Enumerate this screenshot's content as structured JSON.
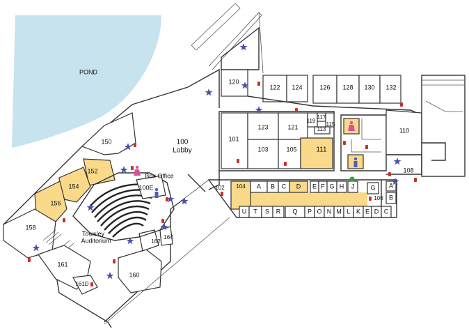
{
  "colors": {
    "pond": "#c6e3ee",
    "highlight": "#fbd98a",
    "wall": "#333333",
    "star": "#4a4fa8",
    "alarm": "#c8322d",
    "restroom_pink": "#d94f9a",
    "restroom_blue": "#4a5fc1",
    "exit_green": "#3aa13a"
  },
  "labels": {
    "pond": "POND",
    "lobby_num": "100",
    "lobby": "Lobby",
    "box_office": "Box Office",
    "r100e": "100E",
    "auditorium_1": "Towsley",
    "auditorium_2": "Auditorium",
    "r101": "101",
    "r102": "102",
    "r103": "103",
    "r104": "104",
    "r105": "105",
    "r106": "106",
    "r108": "108",
    "r110": "110",
    "r111": "111",
    "r113": "113",
    "r115": "115",
    "r117": "117",
    "r119": "119",
    "r120": "120",
    "r121": "121",
    "r122": "122",
    "r123": "123",
    "r124": "124",
    "r126": "126",
    "r128": "128",
    "r130": "130",
    "r132": "132",
    "r150": "150",
    "r152": "152",
    "r154": "154",
    "r156": "156",
    "r158": "158",
    "r160": "160",
    "r161": "161",
    "r161d": "161D",
    "r162": "162",
    "r164": "164",
    "studio_top": [
      "A",
      "B",
      "C",
      "D",
      "E",
      "F",
      "G",
      "H",
      "J",
      "G",
      "A"
    ],
    "studio_bottom": [
      "U",
      "T",
      "S",
      "R",
      "Q",
      "P",
      "O",
      "N",
      "M",
      "L",
      "K",
      "E",
      "D",
      "C"
    ],
    "studio_side": "B"
  },
  "icons": {
    "assistance_point": "star-icon",
    "fire_alarm": "alarm-icon",
    "womens_room": "womens-restroom-icon",
    "mens_room": "mens-restroom-icon",
    "accessible_exit": "exit-icon"
  }
}
